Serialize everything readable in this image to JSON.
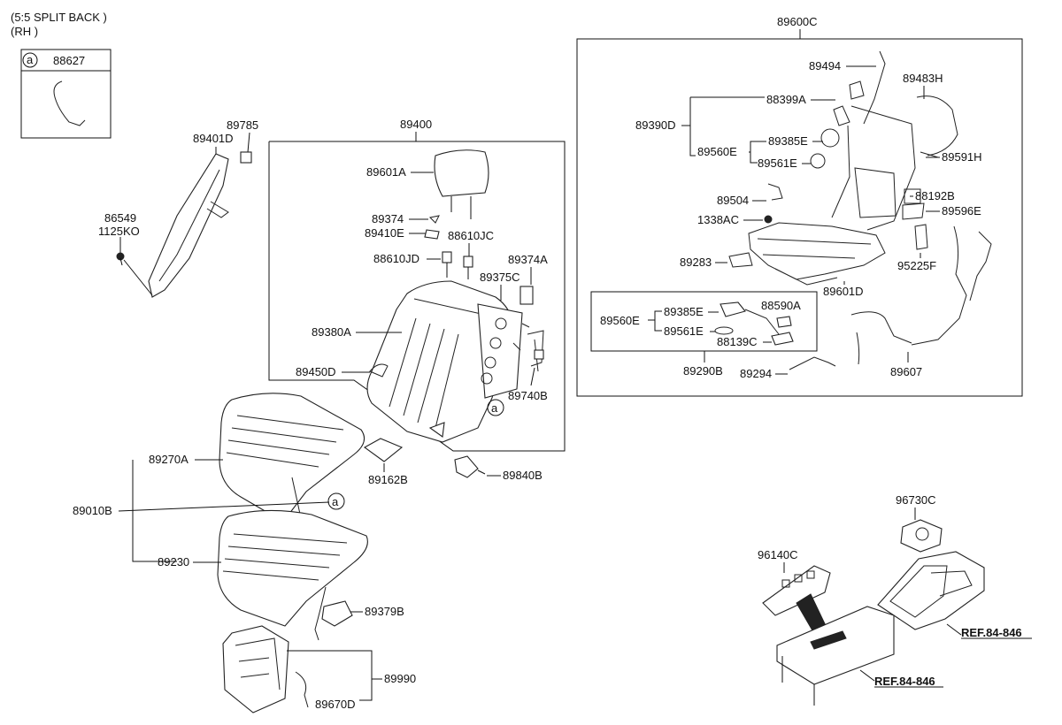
{
  "header": {
    "line1": "(5:5 SPLIT BACK )",
    "line2": "(RH )"
  },
  "legend_box": {
    "circle_letter": "a",
    "part": "88627"
  },
  "box_labels": {
    "main_back": "89400",
    "frame_group": "89600C",
    "sub_group": "89290B"
  },
  "labels": {
    "p89785": "89785",
    "p89401D": "89401D",
    "p86549": "86549",
    "p1125KO": "1125KO",
    "p89601A": "89601A",
    "p89374": "89374",
    "p89410E": "89410E",
    "p88610JC": "88610JC",
    "p88610JD": "88610JD",
    "p89374A": "89374A",
    "p89375C": "89375C",
    "p89380A": "89380A",
    "p89450D": "89450D",
    "p89740B": "89740B",
    "circle_a_back": "a",
    "p89270A": "89270A",
    "p89010B": "89010B",
    "circle_a_seat": "a",
    "p89162B": "89162B",
    "p89840B": "89840B",
    "p89230": "89230",
    "p89379B": "89379B",
    "p89990": "89990",
    "p89670D": "89670D",
    "p89494": "89494",
    "p89483H": "89483H",
    "p88399A": "88399A",
    "p89390D": "89390D",
    "p89385E_top": "89385E",
    "p89560E_top": "89560E",
    "p89561E_top": "89561E",
    "p89591H": "89591H",
    "p89504": "89504",
    "p88192B": "88192B",
    "p1338AC": "1338AC",
    "p89596E": "89596E",
    "p89283": "89283",
    "p95225F": "95225F",
    "p89601D": "89601D",
    "p89385E_sub": "89385E",
    "p88590A": "88590A",
    "p89560E_sub": "89560E",
    "p89561E_sub": "89561E",
    "p88139C": "88139C",
    "p89294": "89294",
    "p89607": "89607",
    "p96730C": "96730C",
    "p96140C": "96140C",
    "ref1": "REF.84-846",
    "ref2": "REF.84-846"
  }
}
